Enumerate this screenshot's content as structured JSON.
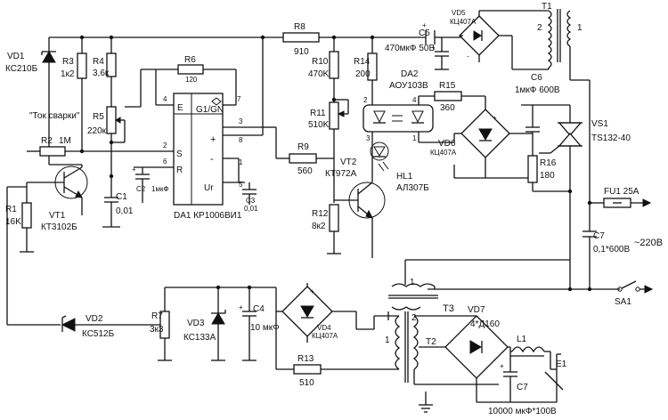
{
  "labels": {
    "vd1": "VD1",
    "vd1_type": "КС210Б",
    "r3": "R3",
    "r3_val": "1к2",
    "r4": "R4",
    "r4_val": "3,6к",
    "r5": "R5",
    "r5_val": "220к",
    "tok": "\"Ток сварки\"",
    "r6": "R6",
    "r6_val": "120",
    "r8": "R8",
    "r8_val": "910",
    "c5": "C5",
    "c5_val": "470мкФ 50В",
    "vd5": "VD5",
    "vd5_type": "КЦ407А",
    "t1": "T1",
    "r2": "R2",
    "r2_val": "1M",
    "r1": "R1",
    "r1_val": "16K",
    "vt1": "VT1",
    "vt1_type": "КТ3102Б",
    "c1": "C1",
    "c1_val": "0,01",
    "c2": "C2",
    "c2_val": "1мкФ",
    "c3": "C3",
    "c3_val": "0,01",
    "da1": "DA1 КР1006ВИ1",
    "ic_g1": "G1/GN",
    "ic_e": "E",
    "ic_s": "S",
    "ic_r": "R",
    "ic_ur": "Ur",
    "r10": "R10",
    "r10_val": "470K",
    "r11": "R11",
    "r11_val": "510K",
    "r9": "R9",
    "r9_val": "560",
    "vt2": "VT2",
    "vt2_type": "КТ972А",
    "r12": "R12",
    "r12_val": "8к2",
    "r14": "R14",
    "r14_val": "200",
    "da2": "DA2",
    "da2_type": "АОУ103В",
    "r15": "R15",
    "r15_val": "360",
    "hl1": "HL1",
    "hl1_type": "АЛ307Б",
    "vd6": "VD6",
    "vd6_type": "КЦ407А",
    "c6": "C6",
    "c6_val": "1мкФ 600В",
    "r16": "R16",
    "r16_val": "180",
    "vs1": "VS1",
    "vs1_type": "TS132-40",
    "fu1": "FU1  25A",
    "c7": "C7",
    "c7_val": "0,1*600В",
    "mains": "~220В",
    "sa1": "SA1",
    "vd2": "VD2",
    "vd2_type": "КС512Б",
    "r7": "R7",
    "r7_val": "3к3",
    "vd3": "VD3",
    "vd3_type": "КС133А",
    "c4": "C4",
    "c4_val": "10  мкФ",
    "vd4": "VD4",
    "vd4_type": "КЦ407А",
    "r13": "R13",
    "r13_val": "510",
    "t3": "T3",
    "t2": "T2",
    "vd7": "VD7",
    "vd7_type": "4*Д160",
    "l1": "L1",
    "e1": "E1",
    "c7b": "C7",
    "c7b_val": "10000 мкФ*100В"
  },
  "pins": {
    "p1": "1",
    "p2": "2",
    "p3": "3",
    "p4": "4",
    "p5": "5",
    "p6": "6",
    "p7": "7",
    "p8": "8"
  },
  "marks": {
    "plus": "+",
    "minus": "-"
  }
}
